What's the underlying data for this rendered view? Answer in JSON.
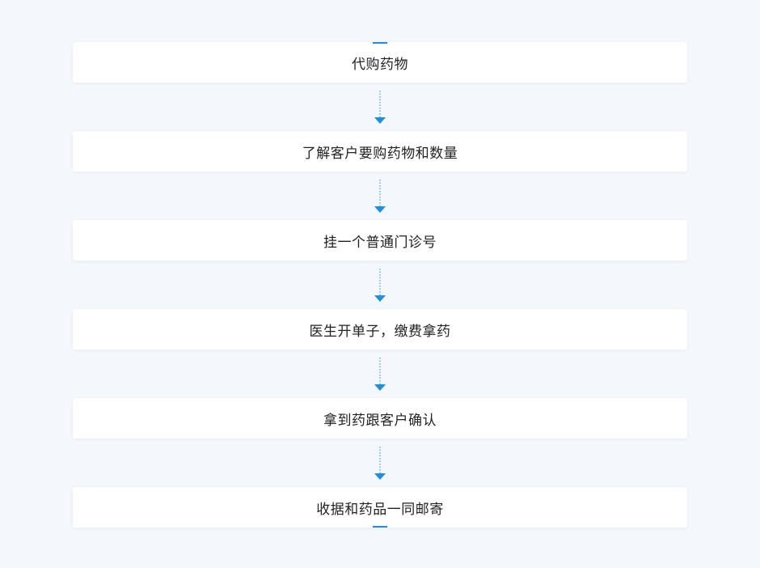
{
  "colors": {
    "background": "#f4f7fb",
    "card": "#ffffff",
    "accent": "#1a8fe3",
    "text": "#222222"
  },
  "icons": {
    "connector": "dotted-down-arrow-icon"
  },
  "steps": [
    {
      "label": "代购药物"
    },
    {
      "label": "了解客户要购药物和数量"
    },
    {
      "label": "挂一个普通门诊号"
    },
    {
      "label": "医生开单子，缴费拿药"
    },
    {
      "label": "拿到药跟客户确认"
    },
    {
      "label": "收据和药品一同邮寄"
    }
  ]
}
